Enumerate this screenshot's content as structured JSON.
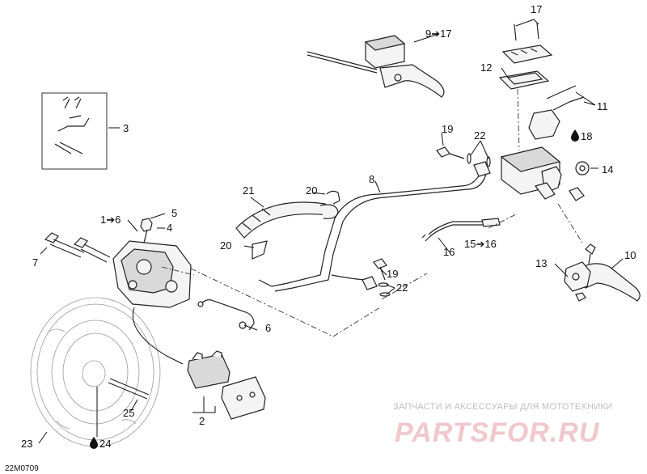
{
  "drawing_code": "22M0709",
  "callouts": {
    "c1_6": "1➔6",
    "c2": "2",
    "c3": "3",
    "c4": "4",
    "c5": "5",
    "c6": "6",
    "c7": "7",
    "c8": "8",
    "c9_17": "9➔17",
    "c10": "10",
    "c11": "11",
    "c12": "12",
    "c13": "13",
    "c14": "14",
    "c15_16": "15➔16",
    "c16": "16",
    "c17": "17",
    "c18": "18",
    "c19_top": "19",
    "c19_low": "19",
    "c20_top": "20",
    "c20_low": "20",
    "c21": "21",
    "c22_top": "22",
    "c22_low": "22",
    "c23": "23",
    "c24": "24",
    "c25": "25"
  },
  "watermark": {
    "subtitle": "ЗАПЧАСТИ И АКСЕССУАРЫ ДЛЯ МОТОТЕХНИКИ",
    "logo": "PARTSFOR.RU"
  },
  "icons": {
    "lubricant_drop": "drop-icon"
  }
}
